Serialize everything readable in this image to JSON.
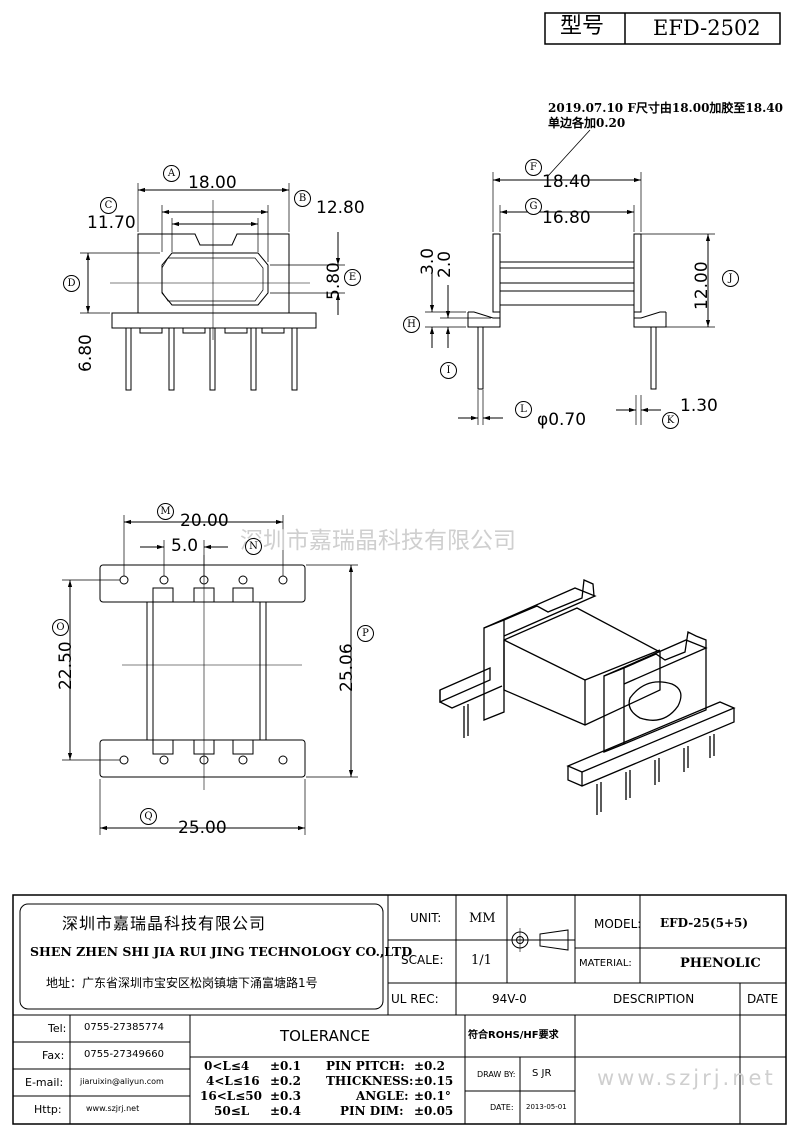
{
  "title_block": {
    "label": "型号",
    "model": "EFD-2502"
  },
  "note": {
    "line1": "2019.07.10 F尺寸由18.00加胶至18.40",
    "line2": "单边各加0.20"
  },
  "dimensions": {
    "A": "18.00",
    "B": "12.80",
    "C": "11.70",
    "D": "6.80",
    "E": "5.80",
    "F": "18.40",
    "G": "16.80",
    "H1": "3.0",
    "H2": "2.0",
    "J": "12.00",
    "K": "1.30",
    "L": "φ0.70",
    "M": "20.00",
    "N": "5.0",
    "O": "22.50",
    "P": "25.06",
    "Q": "25.00"
  },
  "callouts": [
    "A",
    "B",
    "C",
    "D",
    "E",
    "F",
    "G",
    "H",
    "I",
    "J",
    "K",
    "L",
    "M",
    "N",
    "O",
    "P",
    "Q"
  ],
  "watermarks": {
    "center": "深圳市嘉瑞晶科技有限公司",
    "footer": "www.szjrj.net"
  },
  "company": {
    "name_cn": "深圳市嘉瑞晶科技有限公司",
    "name_en": "SHEN ZHEN SHI  JIA RUI JING  TECHNOLOGY CO.,LTD",
    "address": "地址：广东省深圳市宝安区松岗镇塘下涌富塘路1号"
  },
  "contact": {
    "tel_label": "Tel:",
    "tel": "0755-27385774",
    "fax_label": "Fax:",
    "fax": "0755-27349660",
    "email_label": "E-mail:",
    "email": "jiaruixin@aliyun.com",
    "http_label": "Http:",
    "http": "www.szjrj.net"
  },
  "specs": {
    "unit_label": "UNIT:",
    "unit": "MM",
    "scale_label": "SCALE:",
    "scale": "1/1",
    "ulrec_label": "UL REC:",
    "ulrec": "94V-0",
    "model_label": "MODEL:",
    "model": "EFD-25(5+5)",
    "material_label": "MATERIAL:",
    "material": "PHENOLIC",
    "description_label": "DESCRIPTION",
    "date_label": "DATE"
  },
  "tolerance": {
    "title": "TOLERANCE",
    "rows": [
      {
        "range": "0<L≤4",
        "tol": "±0.1",
        "item": "PIN PITCH:",
        "val": "±0.2"
      },
      {
        "range": "4<L≤16",
        "tol": "±0.2",
        "item": "THICKNESS:",
        "val": "±0.15"
      },
      {
        "range": "16<L≤50",
        "tol": "±0.3",
        "item": "ANGLE:",
        "val": "±0.1°"
      },
      {
        "range": "50≤L",
        "tol": "±0.4",
        "item": "PIN DIM:",
        "val": "±0.05"
      }
    ]
  },
  "approval": {
    "rohs": "符合ROHS/HF要求",
    "drawn_label": "DRAW BY:",
    "drawn": "S JR",
    "date_label": "DATE:",
    "date": "2013-05-01"
  }
}
